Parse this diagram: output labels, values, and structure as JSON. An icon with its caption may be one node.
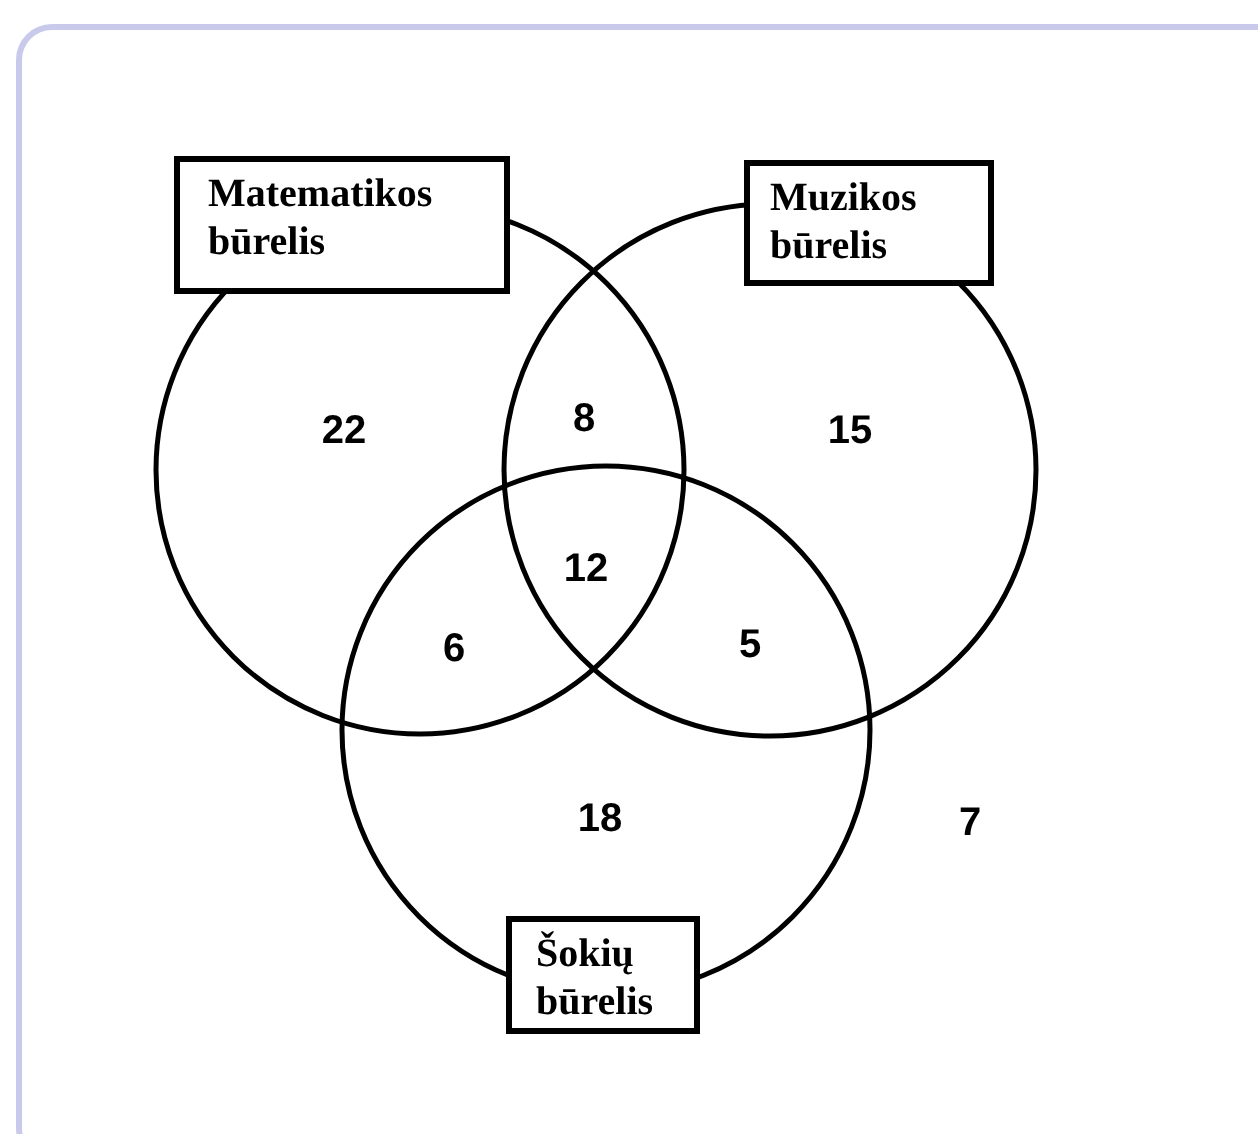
{
  "diagram": {
    "nodes": [
      {
        "text": [
          "Matematikos būrelis"
        ]
      },
      {
        "text": [
          "Muzikos būrelis"
        ]
      },
      {
        "text": [
          "Šokių būrelis"
        ]
      }
    ],
    "labels": [
      "22",
      "8",
      "15",
      "12",
      "6",
      "5",
      "18",
      "7"
    ]
  }
}
